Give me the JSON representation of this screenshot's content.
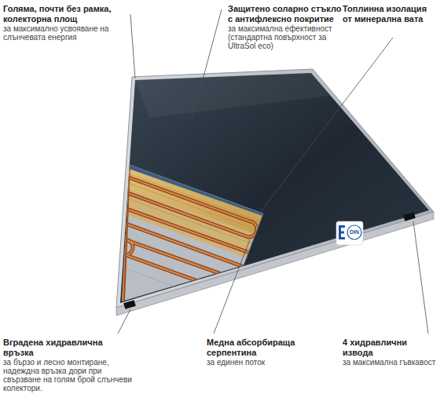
{
  "diagram": {
    "labels": [
      "Голяма, почти без рамка, колекторна площ",
      "за максимално усвояване на слънчевата енергия",
      "Защитено соларно стъкло с антифлексно покритие",
      "за максимална ефективност (стандартна повърхност за UltraSol eco)",
      "Топлинна изолация от минерална вата",
      "Вградена хидравлична връзка",
      "за бързо и лесно монтиране, надеждна връзка дори при свързване на голям брой слънчеви колектори.",
      "Медна абсорбираща серпентина",
      "за единен поток",
      "4 хидравлични извода",
      "за максимална гъвкавост",
      "DIN"
    ]
  }
}
